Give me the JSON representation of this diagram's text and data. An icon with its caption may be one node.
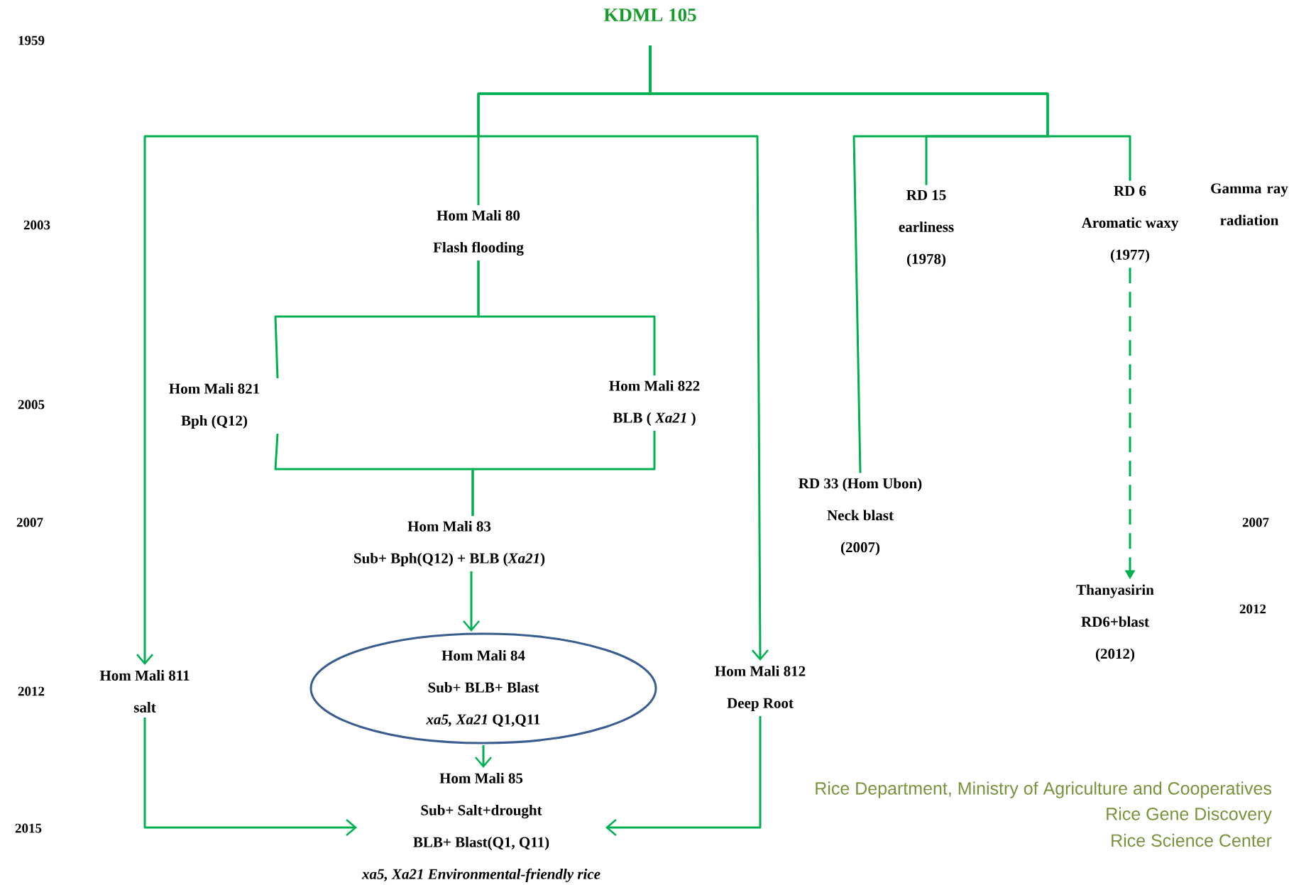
{
  "diagram": {
    "nodes": [
      {
        "text": [
          "KDML 105"
        ]
      },
      {
        "text": [
          "Hom Mali 80",
          "Flash flooding"
        ]
      },
      {
        "text": [
          "Hom Mali 821",
          "Bph (Q12)"
        ]
      },
      {
        "text": [
          "Hom Mali 822",
          "BLB ( *Xa21* )"
        ]
      },
      {
        "text": [
          "Hom Mali 83",
          "Sub+ Bph(Q12) + BLB (*Xa21*)"
        ]
      },
      {
        "text": [
          "Hom Mali 84",
          "Sub+ BLB+ Blast",
          "*xa5, Xa21* Q1,Q11"
        ]
      },
      {
        "text": [
          "Hom Mali 811",
          "salt"
        ]
      },
      {
        "text": [
          "Hom Mali 812",
          "Deep Root"
        ]
      },
      {
        "text": [
          "Hom Mali 85",
          "Sub+ Salt+drought",
          "BLB+ Blast(Q1, Q11)",
          "*xa5, Xa21 Environmental-friendly rice*"
        ]
      },
      {
        "text": [
          "RD 15",
          "earliness",
          "(1978)"
        ]
      },
      {
        "text": [
          "RD 6",
          "Aromatic waxy",
          "(1977)"
        ],
        "beside": [
          "Gamma ray radiation"
        ]
      },
      {
        "text": [
          "RD 33 (Hom Ubon)",
          "Neck blast",
          "(2007)"
        ]
      },
      {
        "text": [
          "Thanyasirin",
          "RD6+blast",
          "(2012)"
        ]
      }
    ],
    "edges": [
      {
        "from": 0,
        "to": 1,
        "arrow": "none"
      },
      {
        "from": 0,
        "to": 6,
        "arrow": "to"
      },
      {
        "from": 0,
        "to": 7,
        "arrow": "to"
      },
      {
        "from": 0,
        "to": 9,
        "arrow": "none"
      },
      {
        "from": 0,
        "to": 10,
        "arrow": "none"
      },
      {
        "from": 0,
        "to": 11,
        "arrow": "none"
      },
      {
        "from": 1,
        "to": 2,
        "arrow": "none"
      },
      {
        "from": 1,
        "to": 3,
        "arrow": "none"
      },
      {
        "from": 2,
        "to": 4,
        "arrow": "none"
      },
      {
        "from": 3,
        "to": 4,
        "arrow": "none"
      },
      {
        "from": 4,
        "to": 5,
        "arrow": "to"
      },
      {
        "from": 5,
        "to": 8,
        "arrow": "to"
      },
      {
        "from": 6,
        "to": 8,
        "arrow": "to"
      },
      {
        "from": 7,
        "to": 8,
        "arrow": "to"
      },
      {
        "from": 10,
        "to": 12,
        "arrow": "to",
        "style": "dashed"
      }
    ],
    "labels": [
      "1959",
      "2003",
      "2005",
      "2007",
      "2007",
      "2012",
      "2012",
      "2015",
      "Rice Department, Ministry of Agriculture and Cooperatives",
      "Rice Gene Discovery",
      "Rice Science Center"
    ]
  }
}
